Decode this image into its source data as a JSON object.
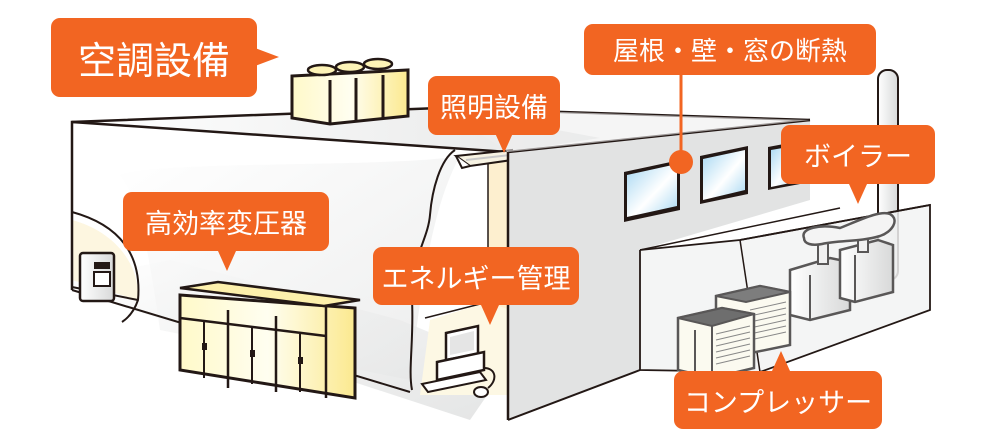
{
  "title": "省エネ設備の導入対象",
  "labels": {
    "air_conditioning": "空調設備",
    "lighting": "照明設備",
    "insulation": "屋根・壁・窓の断熱",
    "boiler": "ボイラー",
    "transformer": "高効率変圧器",
    "energy_management": "エネルギー管理",
    "compressor": "コンプレッサー"
  },
  "colors": {
    "label_bg": "#f26522",
    "label_text": "#ffffff",
    "outline": "#231815",
    "equipment_fill": "#fdf6c8",
    "wall_gray": "#e2e3e3",
    "window_blue": "#bfe3f5"
  }
}
